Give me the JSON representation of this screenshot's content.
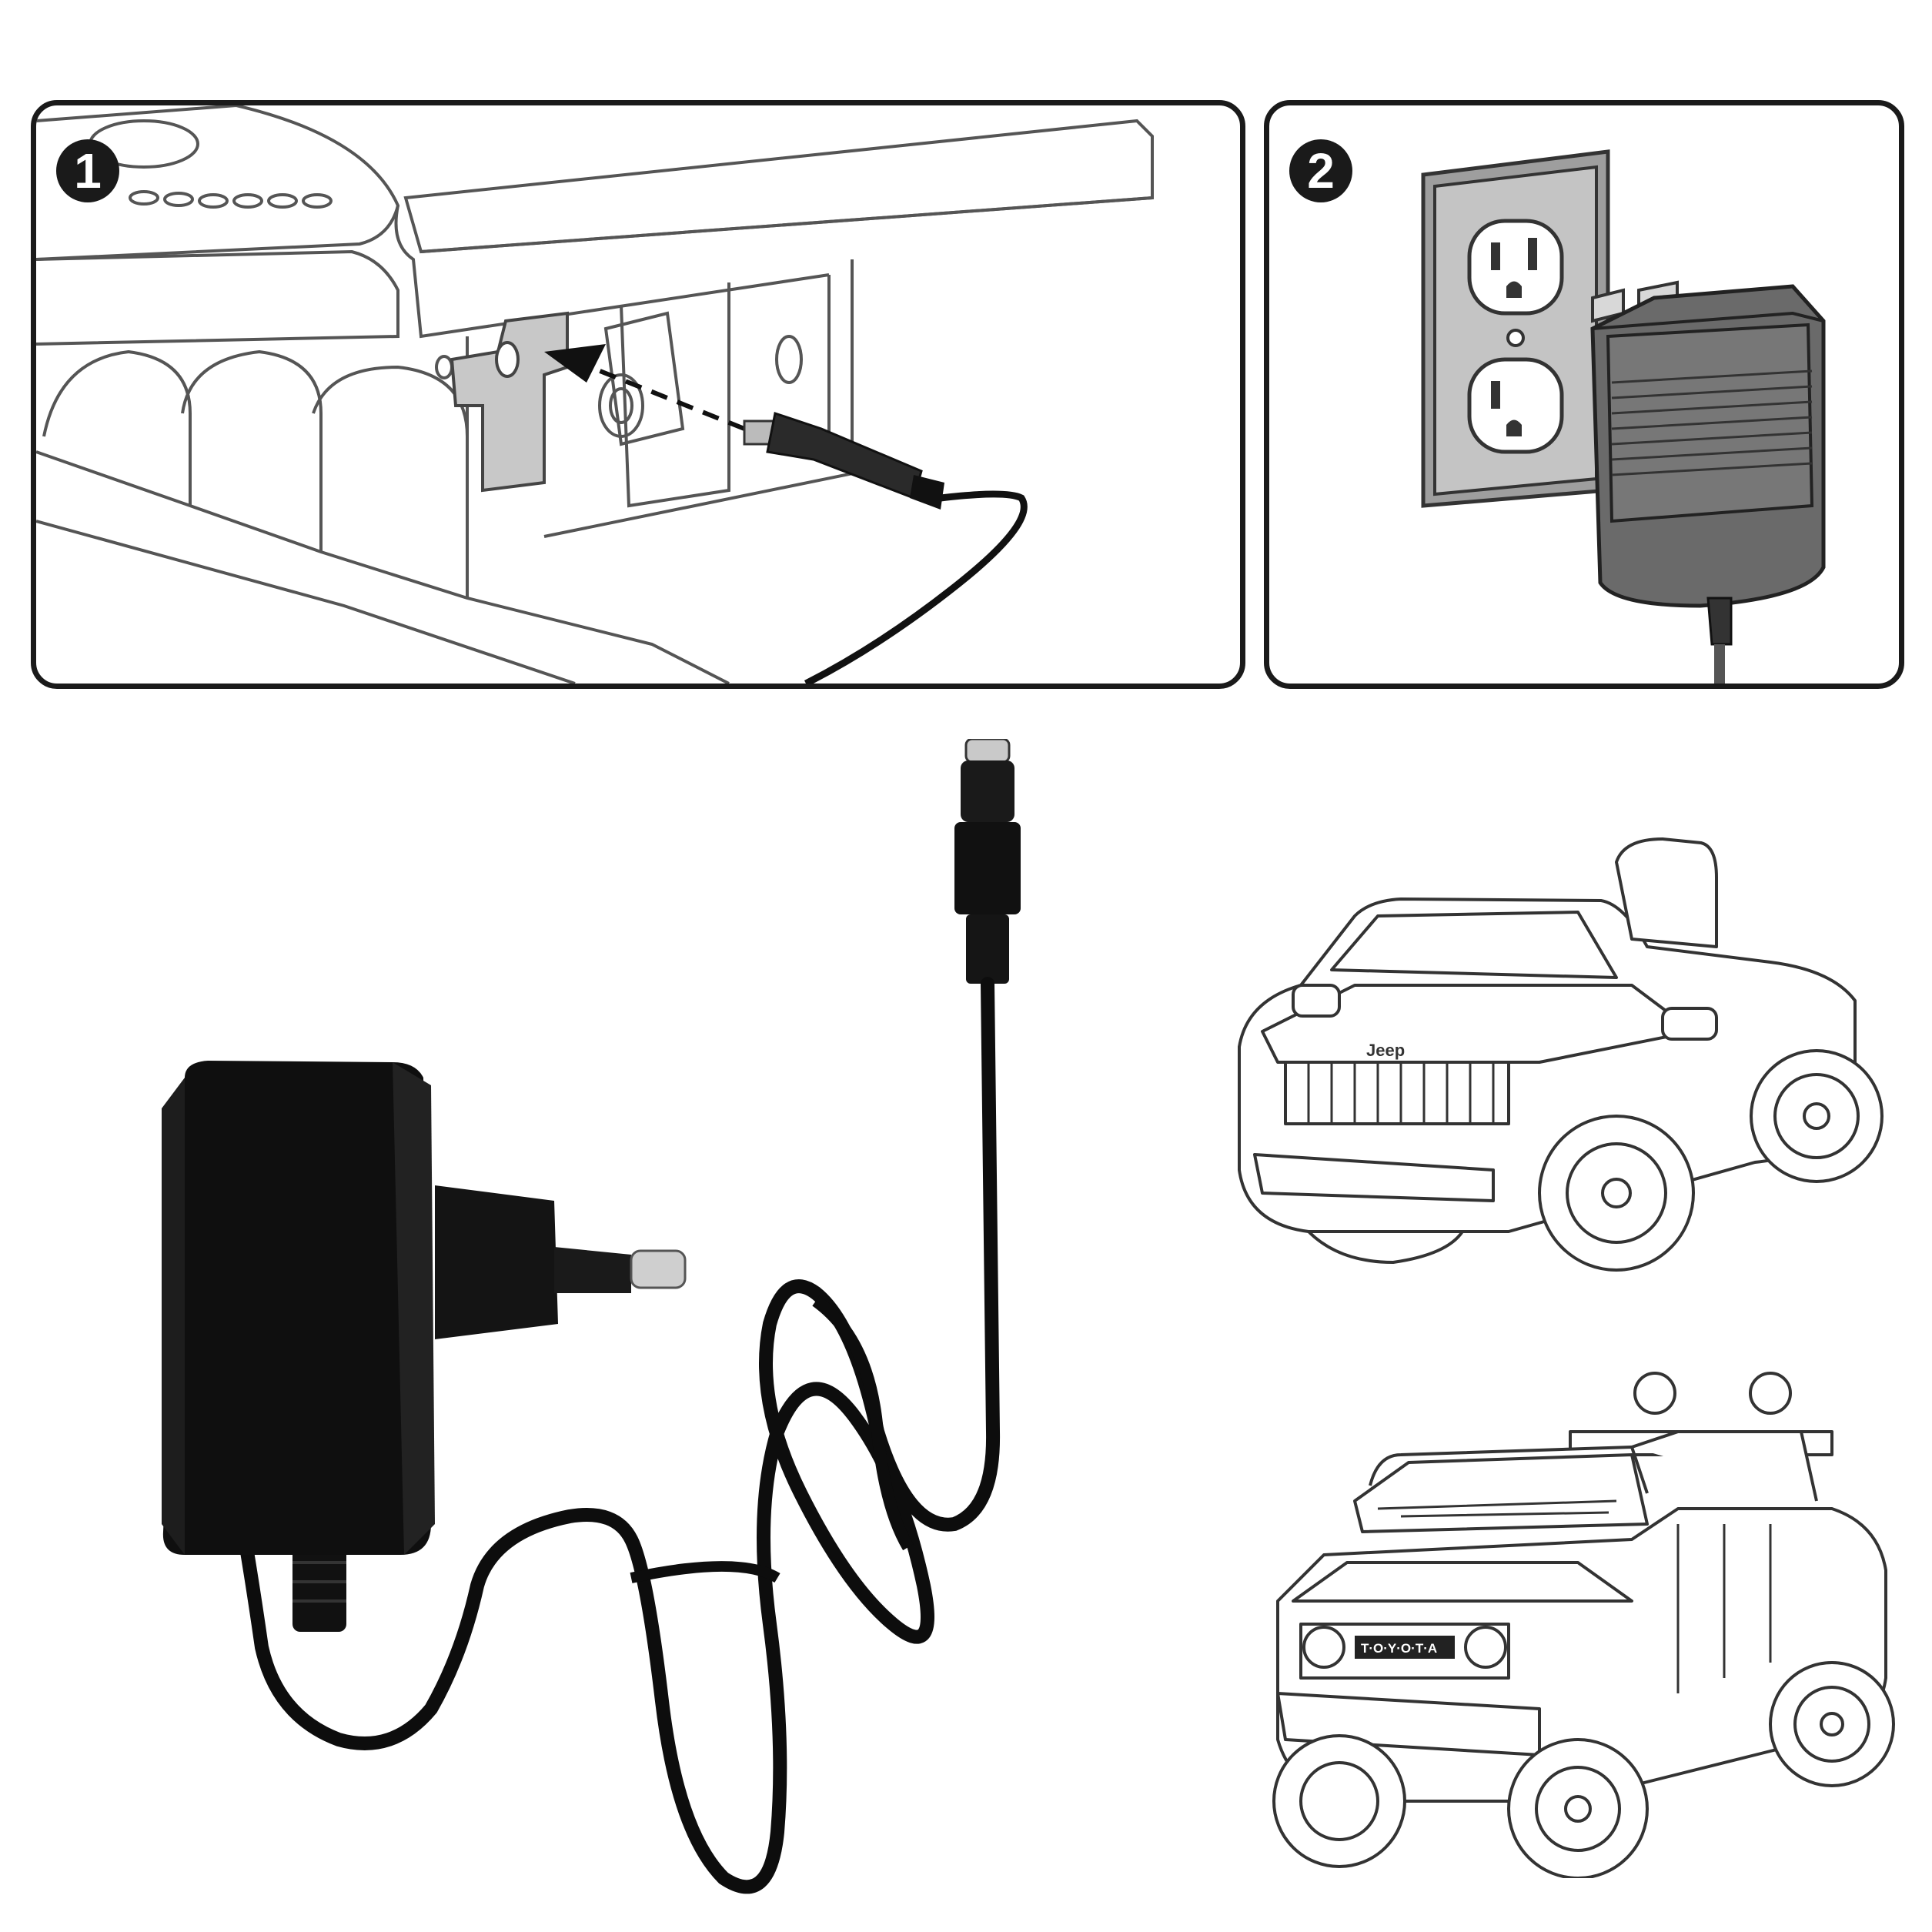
{
  "steps": [
    {
      "number": "1"
    },
    {
      "number": "2"
    }
  ],
  "vehicles": {
    "jeep_badge": "Jeep",
    "toyota_badge": "T·O·Y·O·T·A"
  },
  "icons": {
    "step1": "charging-port-plug-diagram",
    "step2": "wall-outlet-adapter-diagram",
    "adapter": "eu-wall-charger-icon",
    "vehicle1": "ride-on-jeep-icon",
    "vehicle2": "ride-on-toyota-icon"
  },
  "colors": {
    "outline": "#1a1a1a",
    "line_art": "#555555",
    "fill_grey": "#bdbdbd",
    "adapter_black": "#111111"
  }
}
